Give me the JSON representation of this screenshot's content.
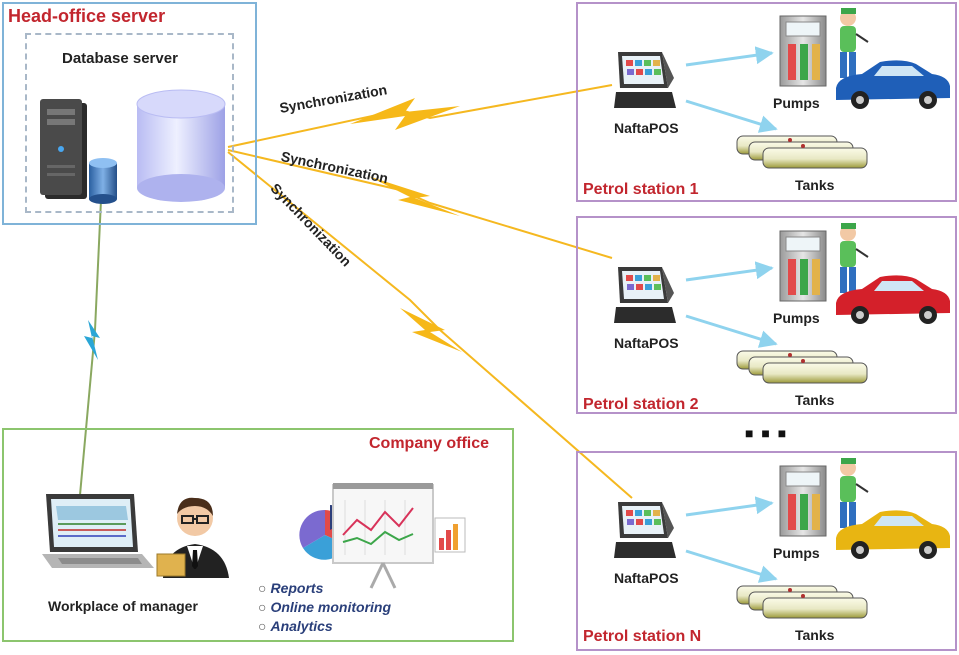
{
  "head_office": {
    "title": "Head-office server",
    "db_server_label": "Database server"
  },
  "links": {
    "sync_label": "Synchronization"
  },
  "stations": [
    {
      "title": "Petrol station 1",
      "pos_label": "NaftaPOS",
      "pumps_label": "Pumps",
      "tanks_label": "Tanks",
      "car_color": "#1f5fb8"
    },
    {
      "title": "Petrol station 2",
      "pos_label": "NaftaPOS",
      "pumps_label": "Pumps",
      "tanks_label": "Tanks",
      "car_color": "#d4202a"
    },
    {
      "title": "Petrol station N",
      "pos_label": "NaftaPOS",
      "pumps_label": "Pumps",
      "tanks_label": "Tanks",
      "car_color": "#e8b512"
    }
  ],
  "ellipsis": "■ ■ ■",
  "company_office": {
    "title": "Company office",
    "workplace_label": "Workplace of manager",
    "features": [
      "Reports",
      "Online monitoring",
      "Analytics"
    ]
  },
  "colors": {
    "head_office_border": "#7fb3d8",
    "station_border": "#b592c9",
    "company_border": "#8cc56e",
    "title_red": "#c2262e",
    "sync_line": "#f5b820",
    "manager_link": "#2aa6d6"
  }
}
